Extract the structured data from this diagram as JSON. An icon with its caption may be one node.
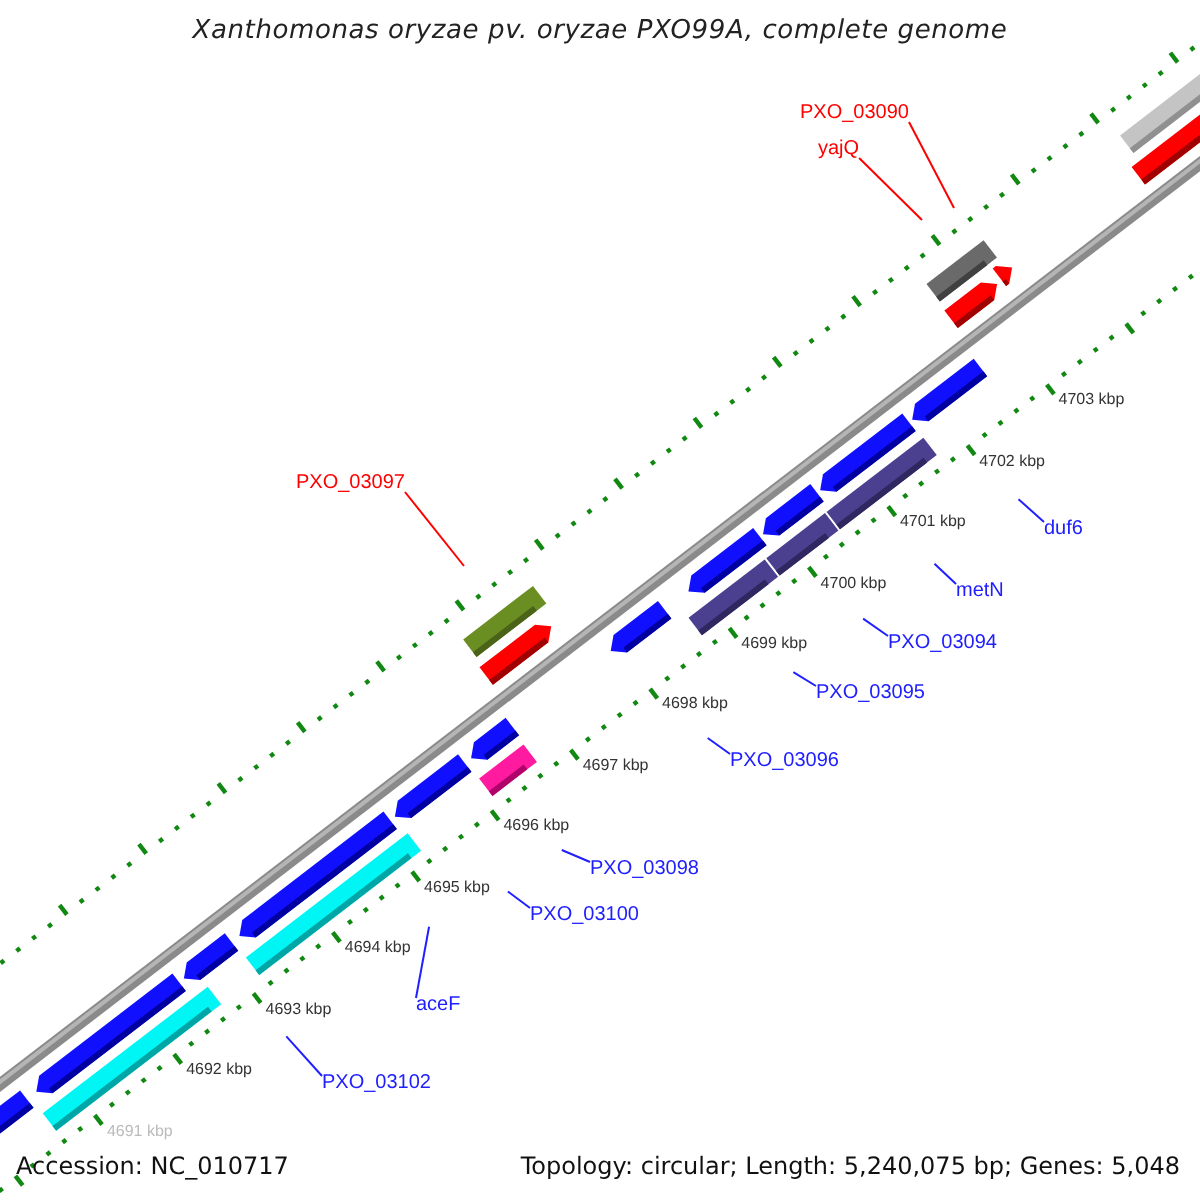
{
  "diagram": {
    "title": "Xanthomonas oryzae pv. oryzae PXO99A, complete genome",
    "nodes": [
      {
        "text": [
          "PXO_03090"
        ]
      },
      {
        "text": [
          "yajQ"
        ]
      },
      {
        "text": [
          "PXO_03097"
        ]
      },
      {
        "text": [
          "duf6"
        ]
      },
      {
        "text": [
          "metN"
        ]
      },
      {
        "text": [
          "PXO_03094"
        ]
      },
      {
        "text": [
          "PXO_03095"
        ]
      },
      {
        "text": [
          "PXO_03096"
        ]
      },
      {
        "text": [
          "PXO_03098"
        ]
      },
      {
        "text": [
          "PXO_03100"
        ]
      },
      {
        "text": [
          "aceF"
        ]
      },
      {
        "text": [
          "PXO_03102"
        ]
      }
    ],
    "edges": [
      {
        "from": 0,
        "to": null,
        "arrow": "none",
        "color": "#ff0000"
      },
      {
        "from": 1,
        "to": null,
        "arrow": "none",
        "color": "#ff0000"
      },
      {
        "from": 2,
        "to": null,
        "arrow": "none",
        "color": "#ff0000"
      },
      {
        "from": 3,
        "to": null,
        "arrow": "none"
      },
      {
        "from": 4,
        "to": null,
        "arrow": "none"
      },
      {
        "from": 5,
        "to": null,
        "arrow": "none"
      },
      {
        "from": 6,
        "to": null,
        "arrow": "none"
      },
      {
        "from": 7,
        "to": null,
        "arrow": "none"
      },
      {
        "from": 8,
        "to": null,
        "arrow": "none"
      },
      {
        "from": 9,
        "to": null,
        "arrow": "none"
      },
      {
        "from": 10,
        "to": null,
        "arrow": "none"
      },
      {
        "from": 11,
        "to": null,
        "arrow": "none"
      }
    ],
    "labels": [
      "4703 kbp",
      "4702 kbp",
      "4701 kbp",
      "4700 kbp",
      "4699 kbp",
      "4698 kbp",
      "4697 kbp",
      "4696 kbp",
      "4695 kbp",
      "4694 kbp",
      "4693 kbp",
      "4692 kbp",
      "4691 kbp",
      "Accession: NC_010717",
      "Topology: circular; Length: 5,240,075 bp; Genes: 5,048"
    ]
  }
}
